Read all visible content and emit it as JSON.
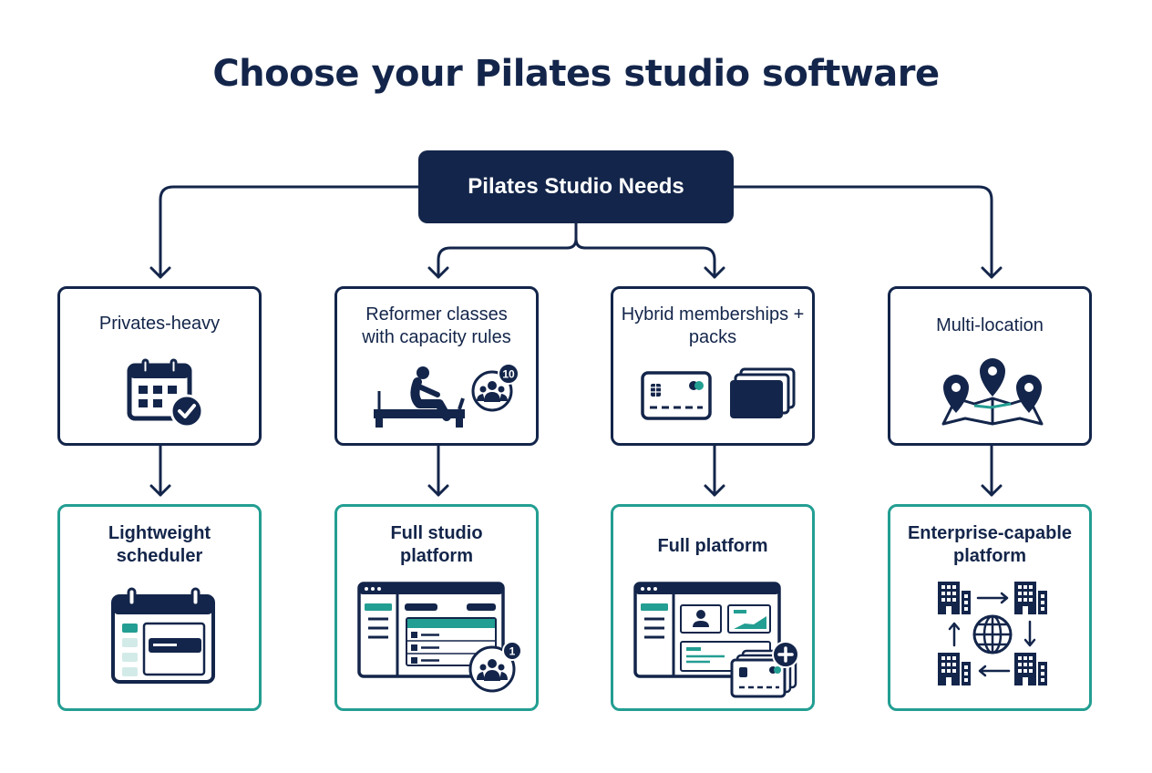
{
  "title": "Choose your Pilates studio software",
  "root": {
    "label": "Pilates Studio Needs"
  },
  "colors": {
    "navy": "#13254a",
    "teal": "#239e92",
    "teal_light": "#d3ebe8",
    "background": "#ffffff"
  },
  "needs": [
    {
      "label": "Privates-heavy",
      "icon": "calendar-check-icon"
    },
    {
      "label": "Reformer classes with capacity rules",
      "icon": "reformer-icon",
      "badge": "10"
    },
    {
      "label": "Hybrid memberships + packs",
      "icon": "cards-icon"
    },
    {
      "label": "Multi-location",
      "icon": "map-pins-icon"
    }
  ],
  "outcomes": [
    {
      "label": "Lightweight scheduler",
      "icon": "calendar-schedule-icon"
    },
    {
      "label": "Full studio platform",
      "icon": "dashboard-group-icon",
      "badge": "1"
    },
    {
      "label": "Full platform",
      "icon": "dashboard-payments-icon"
    },
    {
      "label": "Enterprise-capable platform",
      "icon": "buildings-globe-icon"
    }
  ]
}
